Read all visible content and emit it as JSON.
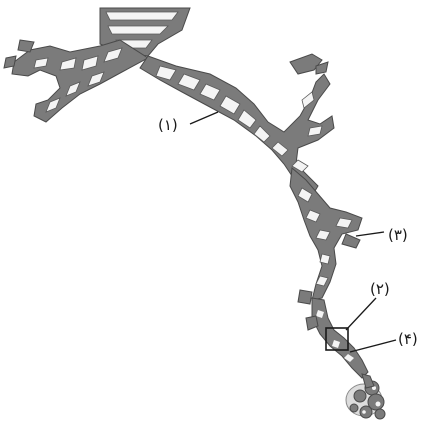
{
  "labels": {
    "one": "(۱)",
    "two": "(۲)",
    "three": "(۳)",
    "four": "(۴)"
  },
  "colors": {
    "tissue": "#7b7b7b",
    "cartilage": "#f4f4f4",
    "outline": "#4a4a4a",
    "text": "#1a1a1a"
  }
}
